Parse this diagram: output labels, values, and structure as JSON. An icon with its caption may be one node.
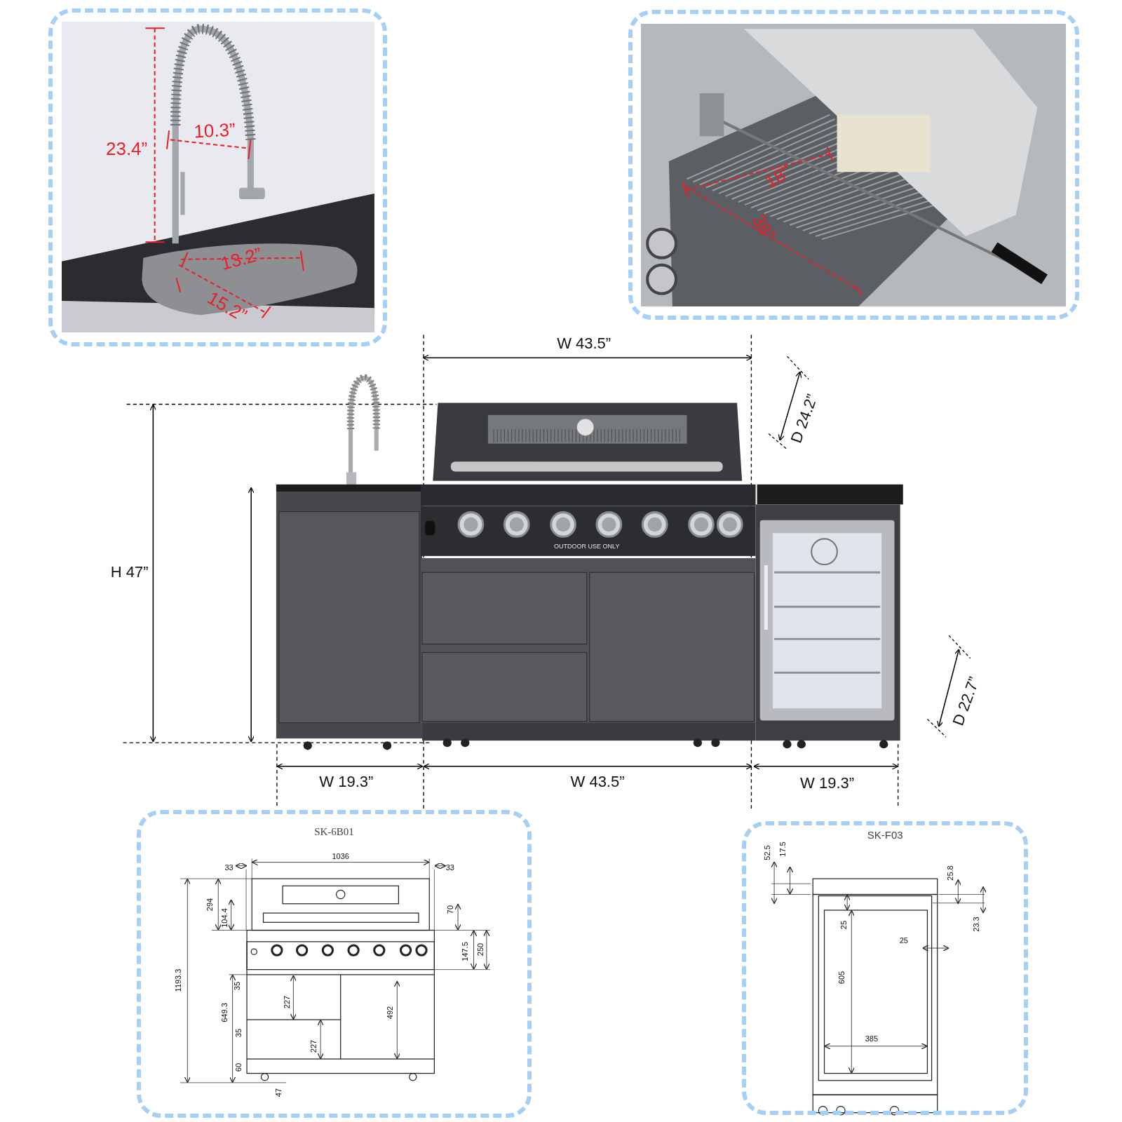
{
  "diagram": {
    "nodes": [
      {
        "text": [],
        "shape": "picture"
      },
      {
        "text": [],
        "shape": "picture"
      },
      {
        "text": [
          "SK-6B01"
        ]
      },
      {
        "text": [
          "SK-F03"
        ]
      }
    ],
    "labels": [
      "10.3”",
      "23.4”",
      "13.2”",
      "15.2”",
      "18”",
      "38”",
      "W 43.5”",
      "D 24.2”",
      "H 47”",
      "OUTDOOR USE ONLY",
      "D 22.7”",
      "W 19.3”",
      "W 43.5”",
      "W 19.3”",
      "1036",
      "33",
      "33",
      "294",
      "70",
      "104.4",
      "250",
      "147.5",
      "1193.3",
      "35",
      "227",
      "649.3",
      "492",
      "35",
      "227",
      "60",
      "47",
      "52.5",
      "17.5",
      "25.8",
      "25",
      "23.3",
      "25",
      "605",
      "385"
    ]
  }
}
